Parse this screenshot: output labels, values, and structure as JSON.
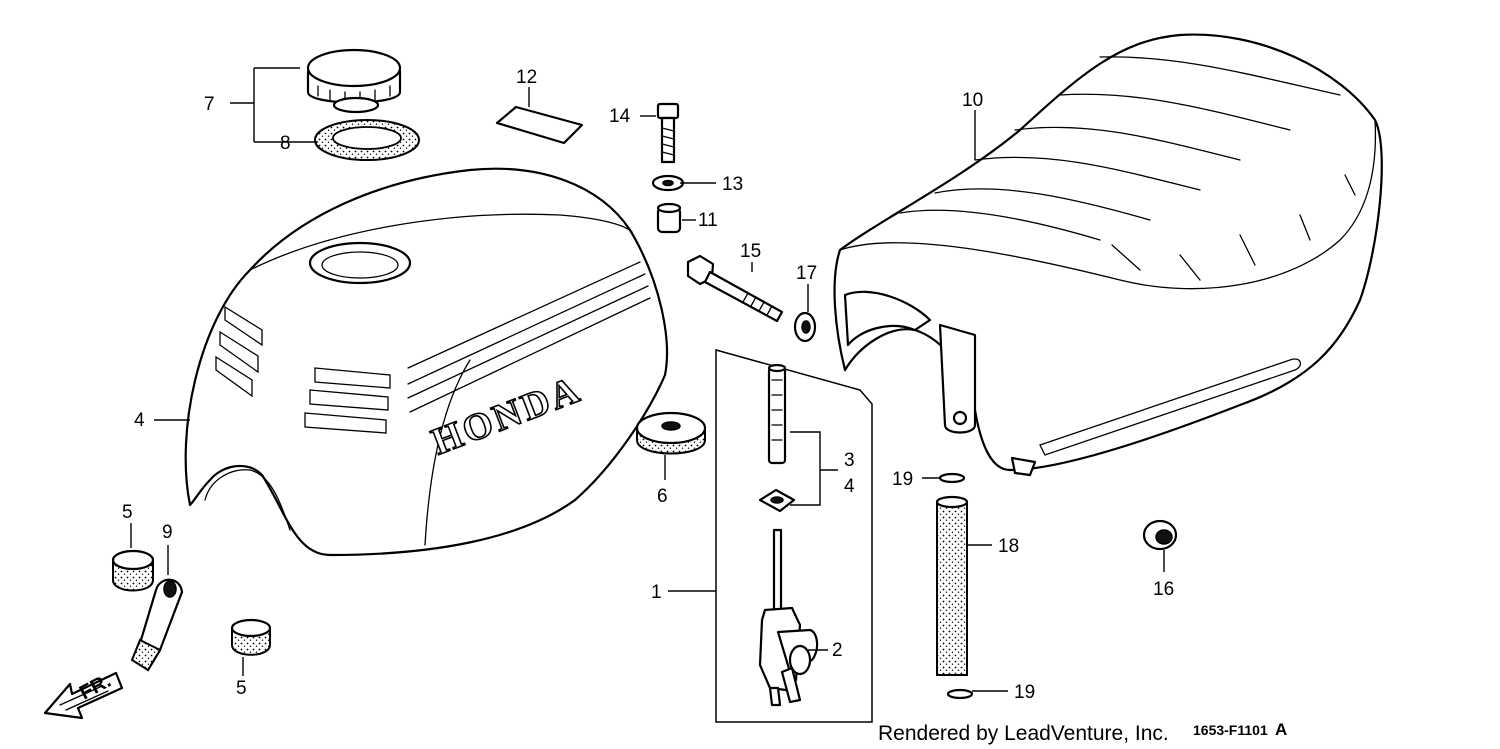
{
  "diagram": {
    "brand_text": "HONDA",
    "direction_label": "FR.",
    "credit": "Rendered by LeadVenture, Inc.",
    "figure_code": "1653-F1101",
    "revision": "A",
    "callouts": {
      "c1": "1",
      "c2": "2",
      "c3": "3",
      "c4a": "4",
      "c4b": "4",
      "c5a": "5",
      "c5b": "5",
      "c6": "6",
      "c7": "7",
      "c8": "8",
      "c9": "9",
      "c10": "10",
      "c11": "11",
      "c12": "12",
      "c13": "13",
      "c14": "14",
      "c15": "15",
      "c16": "16",
      "c17": "17",
      "c18": "18",
      "c19a": "19",
      "c19b": "19"
    }
  }
}
